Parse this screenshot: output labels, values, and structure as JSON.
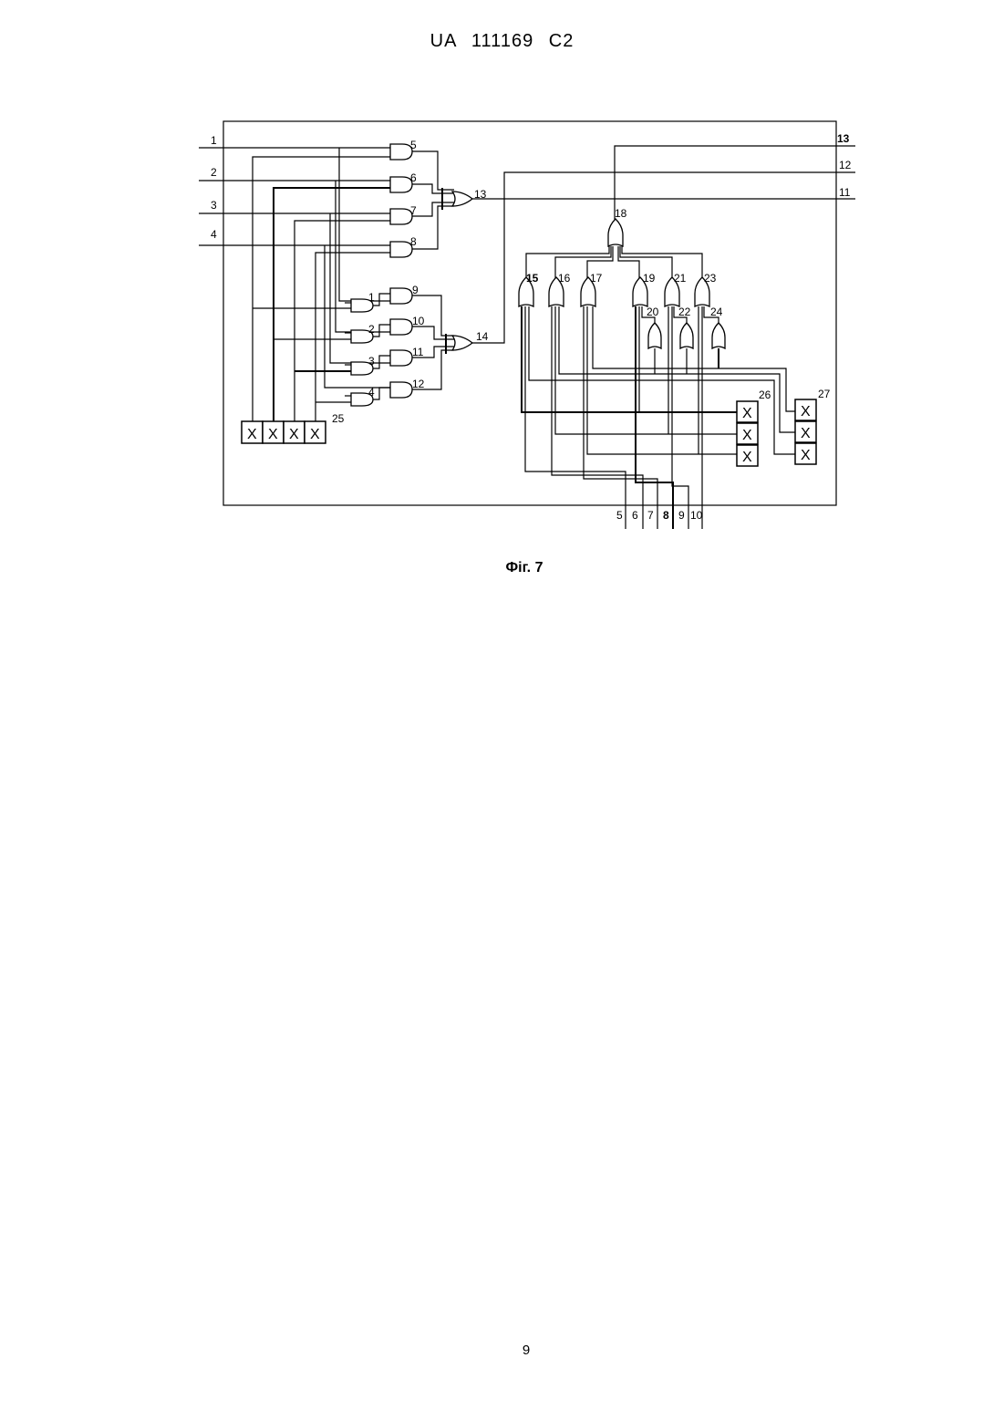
{
  "header": {
    "country": "UA",
    "number": "111169",
    "kind": "C2"
  },
  "figure": {
    "caption": "Фіг. 7",
    "input_labels": [
      "1",
      "2",
      "3",
      "4"
    ],
    "output_labels": [
      "13",
      "12",
      "11"
    ],
    "bottom_labels": [
      "5",
      "6",
      "7",
      "8",
      "9",
      "10"
    ],
    "gate_labels": [
      "5",
      "6",
      "7",
      "8",
      "9",
      "10",
      "11",
      "12",
      "13",
      "14",
      "1",
      "2",
      "3",
      "4",
      "15",
      "16",
      "17",
      "18",
      "19",
      "20",
      "21",
      "22",
      "23",
      "24"
    ],
    "block_labels": [
      "25",
      "26",
      "27"
    ],
    "cell_symbol": "X"
  },
  "footer": {
    "page_number": "9"
  }
}
